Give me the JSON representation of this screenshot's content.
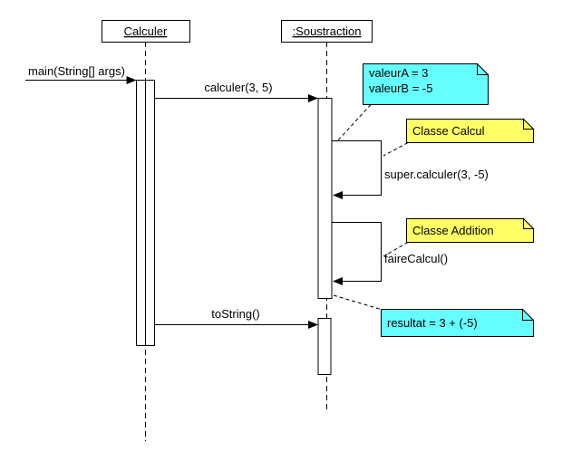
{
  "diagram": {
    "lifelines": [
      {
        "label": "Calculer"
      },
      {
        "label": ":Soustraction"
      }
    ],
    "messages": {
      "main": "main(String[] args)",
      "calculer": "calculer(3, 5)",
      "super_calculer": "super.calculer(3, -5)",
      "faire_calcul": "faireCalcul()",
      "to_string": "toString()"
    },
    "notes": [
      {
        "lines": [
          "valeurA = 3",
          "valeurB = -5"
        ],
        "color": "#66FFFF"
      },
      {
        "lines": [
          "Classe Calcul"
        ],
        "color": "#FFFF66"
      },
      {
        "lines": [
          "Classe Addition"
        ],
        "color": "#FFFF66"
      },
      {
        "lines": [
          "resultat = 3 + (-5)"
        ],
        "color": "#66FFFF"
      }
    ],
    "colors": {
      "line": "#000000",
      "fill": "#ffffff"
    }
  }
}
